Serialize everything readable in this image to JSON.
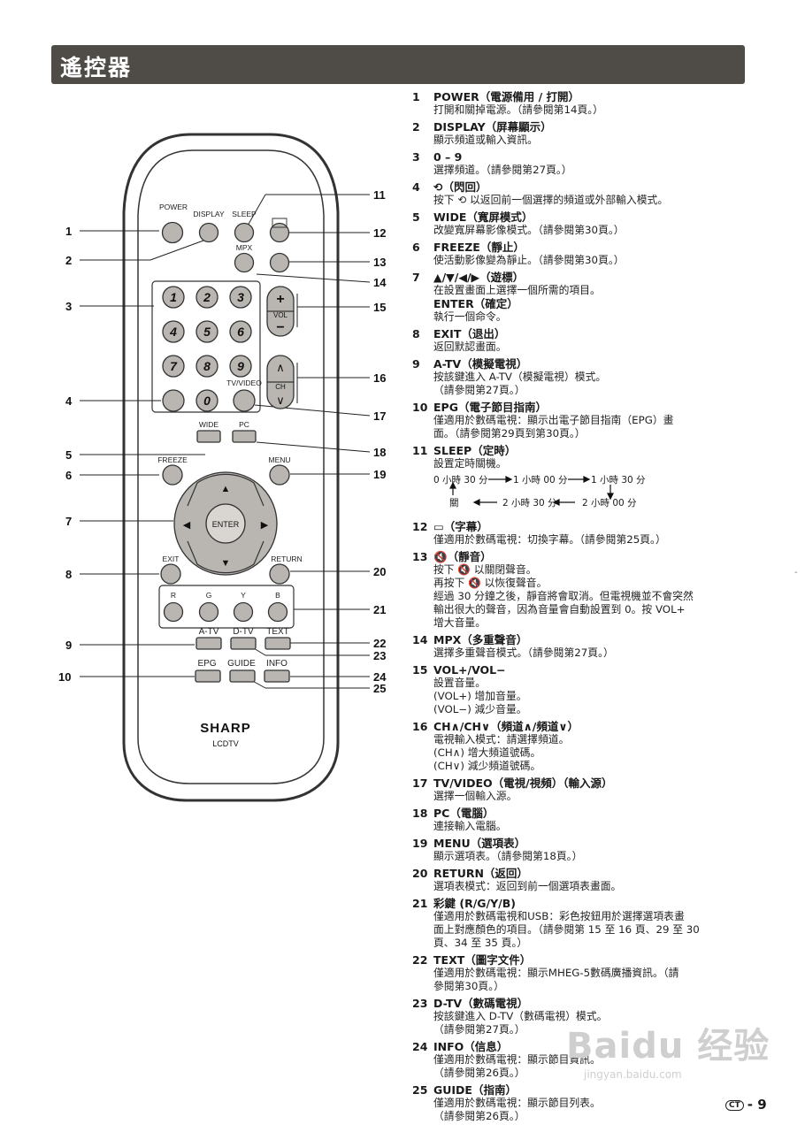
{
  "page": {
    "title": "遙控器",
    "page_number": "9",
    "page_badge": "CT",
    "mark": "-",
    "watermark_brand": "Baidu 经验",
    "watermark_url": "jingyan.baidu.com"
  },
  "remote": {
    "brand": "SHARP",
    "model": "LCDTV",
    "buttons": {
      "power": "POWER",
      "display": "DISPLAY",
      "sleep": "SLEEP",
      "mpx": "MPX",
      "vol": "VOL",
      "ch": "CH",
      "tvvideo": "TV/VIDEO",
      "wide": "WIDE",
      "pc": "PC",
      "freeze": "FREEZE",
      "menu": "MENU",
      "enter": "ENTER",
      "exit": "EXIT",
      "return": "RETURN",
      "r": "R",
      "g": "G",
      "y": "Y",
      "b": "B",
      "atv": "A-TV",
      "dtv": "D-TV",
      "text": "TEXT",
      "epg": "EPG",
      "guide": "GUIDE",
      "info": "INFO",
      "plus": "+",
      "minus": "−",
      "up": "∧",
      "down": "∨",
      "enter_arrow_up": "▲",
      "enter_arrow_down": "▼",
      "enter_arrow_left": "◀",
      "enter_arrow_right": "▶"
    },
    "digits": [
      "1",
      "2",
      "3",
      "4",
      "5",
      "6",
      "7",
      "8",
      "9",
      "0"
    ],
    "callouts": [
      "1",
      "2",
      "3",
      "4",
      "5",
      "6",
      "7",
      "8",
      "9",
      "10",
      "11",
      "12",
      "13",
      "14",
      "15",
      "16",
      "17",
      "18",
      "19",
      "20",
      "21",
      "22",
      "23",
      "24",
      "25"
    ]
  },
  "entries": [
    {
      "num": "1",
      "head": "POWER（電源備用 / 打開）",
      "lines": [
        "打開和關掉電源。（請參閱第14頁。）"
      ]
    },
    {
      "num": "2",
      "head": "DISPLAY（屏幕顯示）",
      "lines": [
        "顯示頻道或輸入資訊。"
      ]
    },
    {
      "num": "3",
      "head": "0 – 9",
      "lines": [
        "選擇頻道。（請參閱第27頁。）"
      ]
    },
    {
      "num": "4",
      "head": "⟲（閃回）",
      "lines": [
        "按下 ⟲ 以返回前一個選擇的頻道或外部輸入模式。"
      ]
    },
    {
      "num": "5",
      "head": "WIDE（寬屏模式）",
      "lines": [
        "改變寬屏幕影像模式。（請參閱第30頁。）"
      ]
    },
    {
      "num": "6",
      "head": "FREEZE（靜止）",
      "lines": [
        "使活動影像變為靜止。（請參閱第30頁。）"
      ]
    },
    {
      "num": "7",
      "head": "▲/▼/◀/▶（遊標）",
      "lines": [
        "在設置畫面上選擇一個所需的項目。"
      ],
      "head2": "ENTER（確定）",
      "lines2": [
        "執行一個命令。"
      ]
    },
    {
      "num": "8",
      "head": "EXIT（退出）",
      "lines": [
        "返回默認畫面。"
      ]
    },
    {
      "num": "9",
      "head": "A-TV（模擬電視）",
      "lines": [
        "按該鍵進入 A-TV（模擬電視）模式。",
        "（請參閱第27頁。）"
      ]
    },
    {
      "num": "10",
      "head": "EPG（電子節目指南）",
      "lines": [
        "僅適用於數碼電視：顯示出電子節目指南（EPG）畫",
        "面。（請參閱第29頁到第30頁。）"
      ]
    },
    {
      "num": "11",
      "head": "SLEEP（定時）",
      "lines": [
        "設置定時關機。"
      ],
      "diagram": [
        "0 小時 30 分",
        "1 小時 00 分",
        "1 小時 30 分",
        "關",
        "2 小時 30 分",
        "2 小時 00 分"
      ]
    },
    {
      "num": "12",
      "head": "▭（字幕）",
      "lines": [
        "僅適用於數碼電視：切換字幕。（請參閱第25頁。）"
      ]
    },
    {
      "num": "13",
      "head": "🔇（靜音）",
      "lines": [
        "按下 🔇 以關閉聲音。",
        "再按下 🔇 以恢復聲音。",
        "經過 30 分鐘之後，靜音將會取消。但電視機並不會突然",
        "輸出很大的聲音，因為音量會自動設置到 0。按 VOL+",
        "增大音量。"
      ]
    },
    {
      "num": "14",
      "head": "MPX（多重聲音）",
      "lines": [
        "選擇多重聲音模式。（請參閱第27頁。）"
      ]
    },
    {
      "num": "15",
      "head": "VOL+/VOL−",
      "lines": [
        "設置音量。",
        "(VOL+) 增加音量。",
        "(VOL−) 減少音量。"
      ]
    },
    {
      "num": "16",
      "head": "CH∧/CH∨（頻道∧/頻道∨）",
      "lines": [
        "電視輸入模式：請選擇頻道。",
        "(CH∧) 增大頻道號碼。",
        "(CH∨) 減少頻道號碼。"
      ]
    },
    {
      "num": "17",
      "head": "TV/VIDEO（電視/視頻）（輸入源）",
      "lines": [
        "選擇一個輸入源。"
      ]
    },
    {
      "num": "18",
      "head": "PC（電腦）",
      "lines": [
        "連接輸入電腦。"
      ]
    },
    {
      "num": "19",
      "head": "MENU（選項表）",
      "lines": [
        "顯示選項表。（請參閱第18頁。）"
      ]
    },
    {
      "num": "20",
      "head": "RETURN（返回）",
      "lines": [
        "選項表模式：返回到前一個選項表畫面。"
      ]
    },
    {
      "num": "21",
      "head": "彩鍵 (R/G/Y/B)",
      "lines": [
        "僅適用於數碼電視和USB：彩色按鈕用於選擇選項表畫",
        "面上對應顏色的項目。（請參閱第 15 至 16 頁、29 至 30",
        "頁、34 至 35 頁。）"
      ]
    },
    {
      "num": "22",
      "head": "TEXT（圖字文件）",
      "lines": [
        "僅適用於數碼電視：顯示MHEG-5數碼廣播資訊。（請",
        "參閱第30頁。）"
      ]
    },
    {
      "num": "23",
      "head": "D-TV（數碼電視）",
      "lines": [
        "按該鍵進入 D-TV（數碼電視）模式。",
        "（請參閱第27頁。）"
      ]
    },
    {
      "num": "24",
      "head": "INFO（信息）",
      "lines": [
        "僅適用於數碼電視：顯示節目資訊。",
        "（請參閱第26頁。）"
      ]
    },
    {
      "num": "25",
      "head": "GUIDE（指南）",
      "lines": [
        "僅適用於數碼電視：顯示節目列表。",
        "（請參閱第26頁。）"
      ]
    }
  ]
}
